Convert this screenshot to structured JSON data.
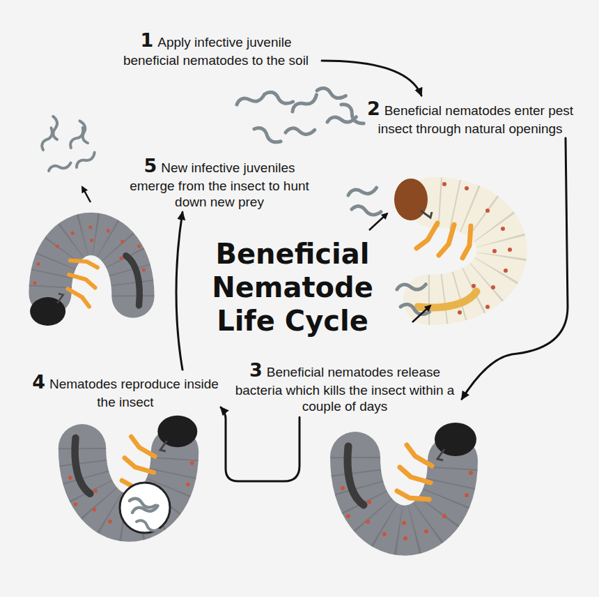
{
  "diagram": {
    "title": "Beneficial Nematode Life Cycle",
    "nodes": [
      {
        "text": [
          "1",
          "Apply infective juvenile beneficial nematodes to the soil"
        ]
      },
      {
        "text": [
          "2",
          "Beneficial nematodes enter pest insect through natural openings"
        ]
      },
      {
        "text": [
          "3",
          "Beneficial nematodes release bacteria which kills the insect within a couple of days"
        ]
      },
      {
        "text": [
          "4",
          "Nematodes reproduce inside the insect"
        ]
      },
      {
        "text": [
          "5",
          "New infective juveniles emerge from the insect to hunt down new prey"
        ]
      }
    ],
    "edges": [
      {
        "from": 0,
        "to": 1,
        "arrow": "to"
      },
      {
        "from": 1,
        "to": 2,
        "arrow": "to"
      },
      {
        "from": 2,
        "to": 3,
        "arrow": "to"
      },
      {
        "from": 3,
        "to": 4,
        "arrow": "to"
      }
    ]
  }
}
